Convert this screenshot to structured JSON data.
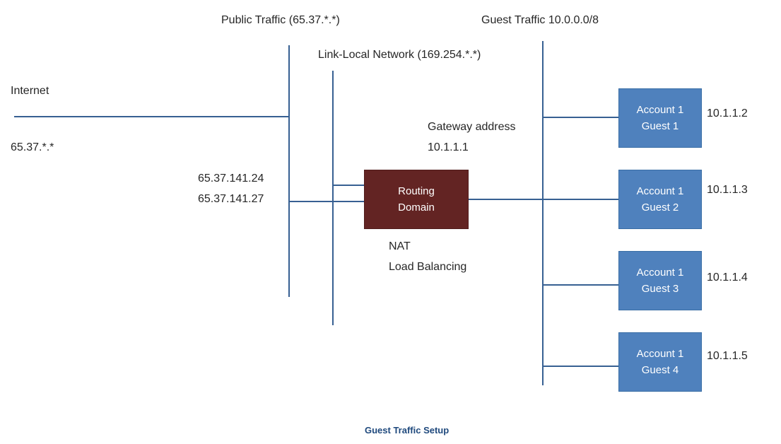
{
  "title": "Guest Traffic Setup",
  "labels": {
    "public_traffic": "Public Traffic (65.37.*.*)",
    "guest_traffic": "Guest Traffic 10.0.0.0/8",
    "link_local": "Link-Local Network (169.254.*.*)",
    "internet": "Internet",
    "public_ip": "65.37.*.*",
    "nat_ip_1": "65.37.141.24",
    "nat_ip_2": "65.37.141.27",
    "gateway_label": "Gateway address",
    "gateway_ip": "10.1.1.1",
    "nat": "NAT",
    "load_balancing": "Load Balancing"
  },
  "routing_domain": {
    "line1": "Routing",
    "line2": "Domain"
  },
  "guests": [
    {
      "line1": "Account 1",
      "line2": "Guest 1",
      "ip": "10.1.1.2"
    },
    {
      "line1": "Account 1",
      "line2": "Guest 2",
      "ip": "10.1.1.3"
    },
    {
      "line1": "Account 1",
      "line2": "Guest 3",
      "ip": "10.1.1.4"
    },
    {
      "line1": "Account 1",
      "line2": "Guest 4",
      "ip": "10.1.1.5"
    }
  ],
  "colors": {
    "box_blue": "#4f81bd",
    "box_maroon": "#632423",
    "line_blue": "#376092",
    "title_blue": "#1f497d"
  }
}
